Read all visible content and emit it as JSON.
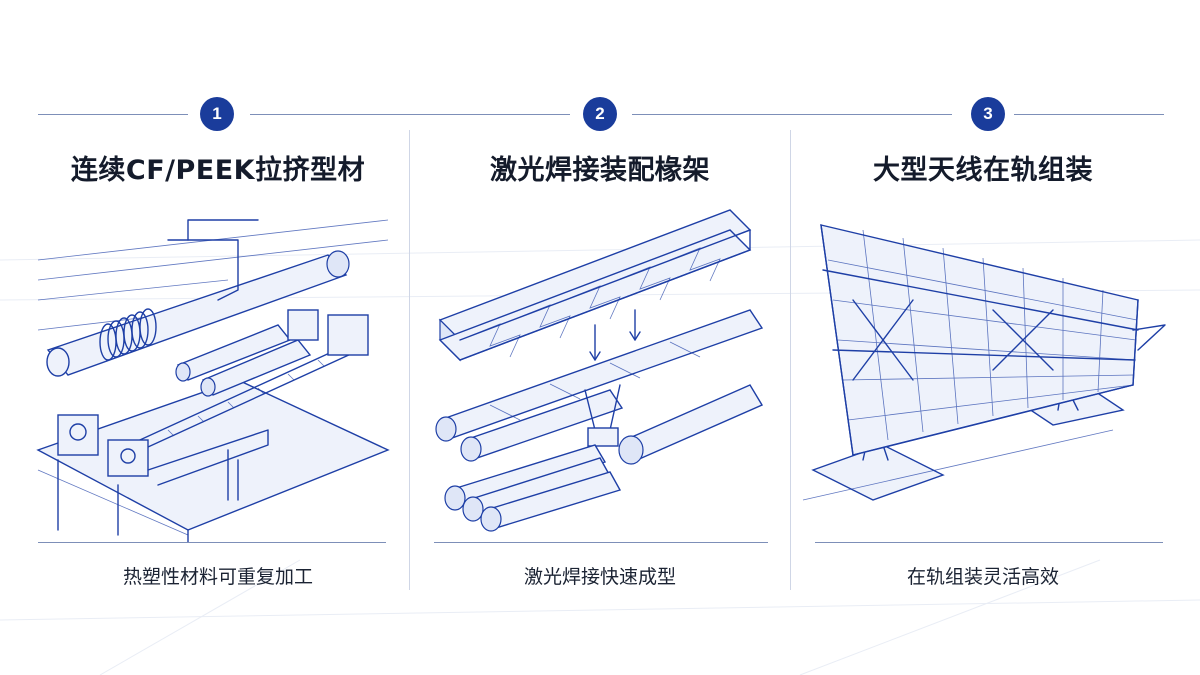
{
  "steps": [
    {
      "number": "1",
      "title": "连续CF/PEEK拉挤型材",
      "caption": "热塑性材料可重复加工",
      "icon": "pultrusion-machine-illustration"
    },
    {
      "number": "2",
      "title": "激光焊接装配椽架",
      "caption": "激光焊接快速成型",
      "icon": "laser-welded-truss-illustration"
    },
    {
      "number": "3",
      "title": "大型天线在轨组装",
      "caption": "在轨组装灵活高效",
      "icon": "large-antenna-illustration"
    }
  ],
  "colors": {
    "accent": "#1a3c9b",
    "line": "#1e3fa6",
    "divider": "#7d8fb8"
  }
}
